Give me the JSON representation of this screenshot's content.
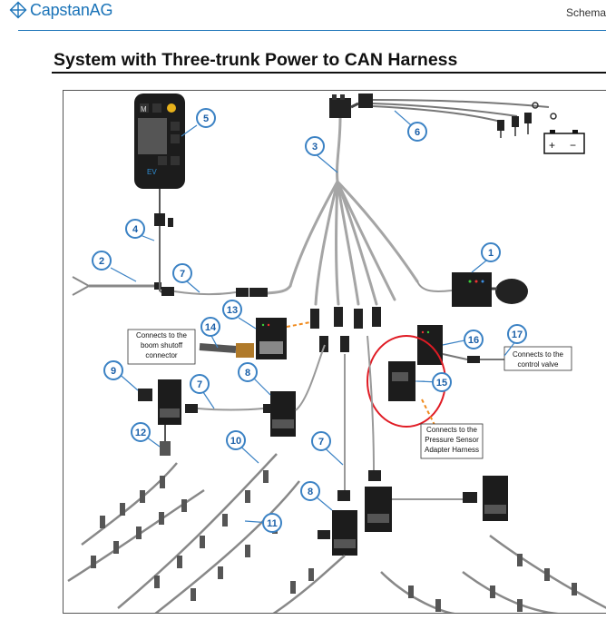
{
  "header": {
    "brand": "CapstanAG",
    "section": "Schema"
  },
  "page": {
    "title": "System with Three-trunk Power to CAN Harness"
  },
  "callouts": [
    "1",
    "2",
    "3",
    "4",
    "5",
    "6",
    "7",
    "7",
    "7",
    "8",
    "8",
    "9",
    "10",
    "11",
    "12",
    "13",
    "14",
    "15",
    "16",
    "17"
  ],
  "notes": {
    "boom_shutoff": [
      "Connects to the",
      "boom shutoff",
      "connector"
    ],
    "control_valve": [
      "Connects to the",
      "control valve"
    ],
    "pressure_sensor": [
      "Connects to the",
      "Pressure Sensor",
      "Adapter Harness"
    ]
  },
  "display": {
    "menu_key": "M",
    "brand": "EV"
  },
  "battery": {
    "plus": "+",
    "minus": "−"
  },
  "colors": {
    "brand_blue": "#1a73b8",
    "callout_blue": "#3b82c4",
    "highlight_red": "#e01b24",
    "dashed_orange": "#f08a1c",
    "harness_gray": "#9a9a9a"
  }
}
